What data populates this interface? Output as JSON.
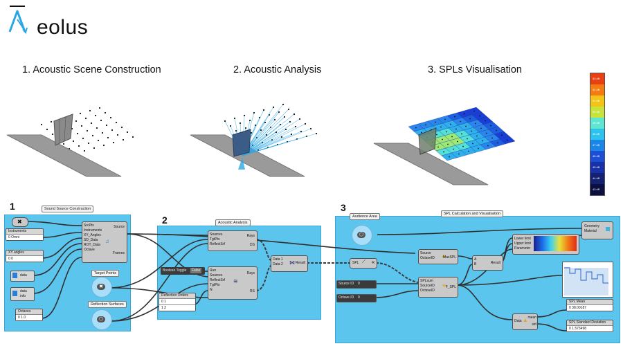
{
  "brand": {
    "name": "eolus",
    "accent": "#29a6e6"
  },
  "steps": [
    "1. Acoustic Scene Construction",
    "2. Acoustic Analysis",
    "3. SPLs Visualisation"
  ],
  "colorbar": {
    "colors": [
      "#e84010",
      "#f47a12",
      "#f3c318",
      "#c7e33c",
      "#5ee6d1",
      "#2cc3ee",
      "#1a86e8",
      "#1c4fd6",
      "#1830a8",
      "#142070",
      "#0b1040"
    ],
    "labels": [
      "53 dB",
      "52 dB",
      "51 dB",
      "50 dB",
      "49 dB",
      "48 dB",
      "47 dB",
      "46 dB",
      "45 dB",
      "44 dB",
      "43 dB"
    ]
  },
  "panel_numbers": [
    "1",
    "2",
    "3"
  ],
  "panel1": {
    "group_title": "Sound Source Construction",
    "instruments_label": "Instruments",
    "instruments_value": "0 Omni",
    "xy_angles_label": "XY angles",
    "xy_angles_value": "0 0",
    "data_label": "data",
    "data_info_label": "data info",
    "octaves_label": "Octaves",
    "octaves_value": "0 1.0",
    "main_ports_in": [
      "SrcPts",
      "Instruments",
      "XY_Angles",
      "SD_Data",
      "ROT_Data",
      "Octave"
    ],
    "main_ports_out": [
      "Source",
      "Frames"
    ],
    "target_points": "Target Points",
    "reflection_surfaces": "Reflection Surfaces"
  },
  "panel2": {
    "group_title": "Acoustic Analysis",
    "top_in": [
      "Sources",
      "TgtPts",
      "ReflectSrf"
    ],
    "top_out": [
      "Rays",
      "DS"
    ],
    "bool_label": "Boolean Toggle",
    "bool_value": "False",
    "bot_in": [
      "Run",
      "Sources",
      "ReflectSrf",
      "TgtPts",
      "N"
    ],
    "bot_out": [
      "Rays",
      "RS"
    ],
    "ref_orders_label": "Reflection Orders",
    "ref_orders_values": [
      "0 1",
      "1 2"
    ],
    "merge_in": [
      "Data 1",
      "Data 2"
    ],
    "merge_out": "Result"
  },
  "panel3": {
    "audience_area": "Audience Area",
    "group_title": "SPL Calculation and Visualisation",
    "spl_label": "SPL",
    "spl_out": "R",
    "source_id_label": "Source ID",
    "source_id_value": "0",
    "octave_id_label": "Octave ID",
    "octave_id_value": "0",
    "maxspl_in": [
      "Source",
      "OctaveID"
    ],
    "maxspl_out": "MaxSPL",
    "ab_in": [
      "A",
      "B"
    ],
    "ab_out": "Result",
    "spl_sum_in": [
      "SPLsum",
      "SourceID",
      "OctaveID"
    ],
    "spl_sum_out": "F_SPL",
    "grad_ports": [
      "Lower limit",
      "Upper limit",
      "Parameter"
    ],
    "geometry_ports": [
      "Geometry",
      "Material"
    ],
    "mean_title": "SPL Mean",
    "mean_value": "0 38.00187",
    "std_title": "SPL Standard Deviation",
    "std_value": "0 1.573498",
    "stats_in": "Data",
    "stats_out": [
      "mean",
      "std"
    ]
  }
}
